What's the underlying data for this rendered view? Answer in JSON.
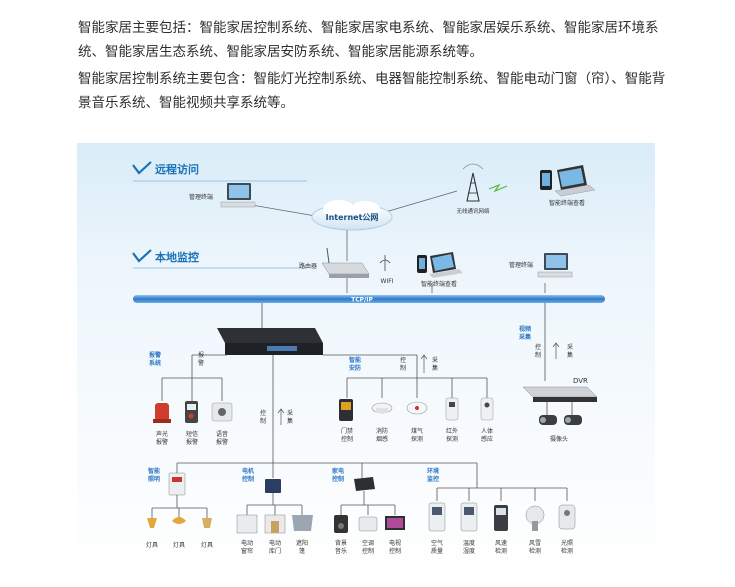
{
  "intro": {
    "p1": "智能家居主要包括：智能家居控制系统、智能家居家电系统、智能家居娱乐系统、智能家居环境系统、智能家居生态系统、智能家居安防系统、智能家居能源系统等。",
    "p2": "智能家居控制系统主要包含：智能灯光控制系统、电器智能控制系统、智能电动门窗（帘）、智能背景音乐系统、智能视频共享系统等。"
  },
  "diagram": {
    "remote_title": "远程访问",
    "local_title": "本地监控",
    "internet": "Internet公网",
    "mgmt_terminal_top": "管理终端",
    "wireless": "无线通讯网络",
    "smart_view_top": "智能终端查看",
    "router": "路由器",
    "wifi": "WIFI",
    "smart_view_local": "智能终端查看",
    "mgmt_terminal_local": "管理终端",
    "bus": "TCP/IP",
    "video_group": [
      "视频",
      "采集"
    ],
    "control": [
      "控",
      "制"
    ],
    "collect": [
      "采",
      "集"
    ],
    "alarm_group": [
      "报警",
      "系统"
    ],
    "alarm_arrow": [
      "报",
      "警"
    ],
    "alarm_items": [
      [
        "声光",
        "报警"
      ],
      [
        "短信",
        "报警"
      ],
      [
        "语音",
        "报警"
      ]
    ],
    "security_group": [
      "智能",
      "安防"
    ],
    "security_items": [
      [
        "门禁",
        "控制"
      ],
      [
        "消防",
        "烟感"
      ],
      [
        "煤气",
        "探测"
      ],
      [
        "红外",
        "探测"
      ],
      [
        "人体",
        "感应"
      ]
    ],
    "dvr": "DVR",
    "camera": "摄像头",
    "lighting_group": [
      "智能",
      "照明"
    ],
    "lighting_items": [
      "灯具",
      "灯具",
      "灯具"
    ],
    "motor_group": [
      "电机",
      "控制"
    ],
    "motor_items": [
      [
        "电动",
        "窗帘"
      ],
      [
        "电动",
        "库门"
      ],
      [
        "遮阳",
        "篷"
      ]
    ],
    "appliance_group": [
      "家电",
      "控制"
    ],
    "appliance_items": [
      [
        "背景",
        "音乐"
      ],
      [
        "空调",
        "控制"
      ],
      [
        "电视",
        "控制"
      ]
    ],
    "env_group": [
      "环境",
      "监控"
    ],
    "env_items": [
      [
        "空气",
        "质量"
      ],
      [
        "温度",
        "湿度"
      ],
      [
        "风速",
        "检测"
      ],
      [
        "风雪",
        "检测"
      ],
      [
        "光照",
        "检测"
      ]
    ]
  },
  "colors": {
    "accent": "#1a72b8",
    "group_label": "#2f78c6",
    "bus": "#3f88d6",
    "line": "#555555"
  }
}
